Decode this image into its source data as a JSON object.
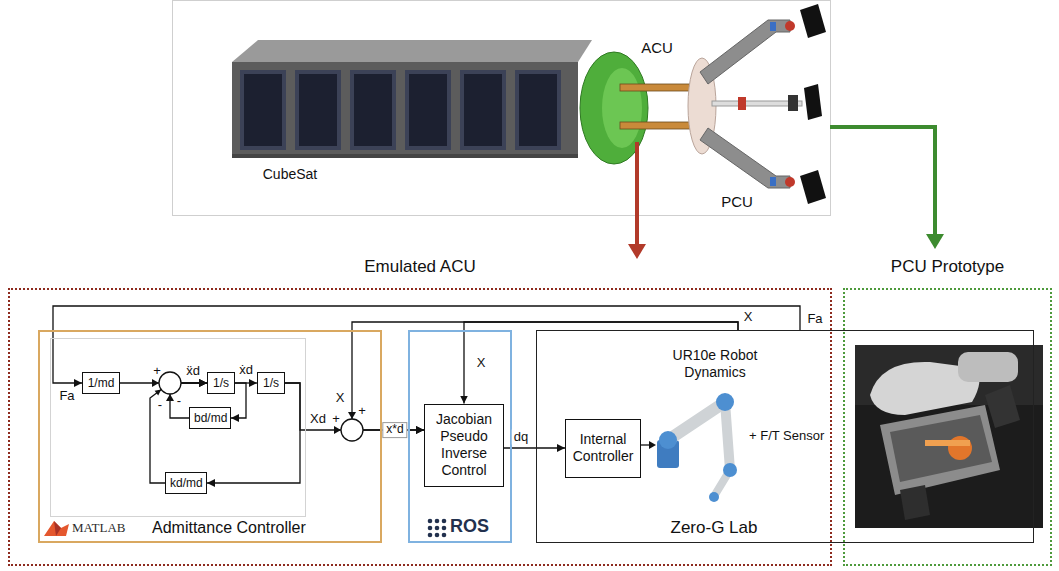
{
  "diagram": {
    "nodes": [
      {
        "text": [
          "Emulated ACU"
        ]
      },
      {
        "text": [
          "PCU Prototype"
        ]
      },
      {
        "text": [
          "MATLAB",
          "Admittance Controller"
        ],
        "in": 0
      },
      {
        "text": [
          "1/md"
        ],
        "in": 2
      },
      {
        "text": [
          "1/s"
        ],
        "in": 2
      },
      {
        "text": [
          "1/s"
        ],
        "in": 2
      },
      {
        "text": [
          "bd/md"
        ],
        "in": 2
      },
      {
        "text": [
          "kd/md"
        ],
        "in": 2
      },
      {
        "text": [
          "ROS"
        ],
        "in": 0
      },
      {
        "text": [
          "Jacobian Pseudo Inverse Control"
        ],
        "in": 8
      },
      {
        "text": [
          "UR10e Robot Dynamics",
          "+ F/T Sensor",
          "Zero-G Lab"
        ]
      },
      {
        "text": [
          "Internal Controller"
        ],
        "in": 10
      }
    ],
    "edges": [
      {
        "from": 3,
        "to": 4,
        "arrow": "to",
        "label": "ẍd"
      },
      {
        "from": 6,
        "to": 4,
        "arrow": "to"
      },
      {
        "from": 7,
        "to": 4,
        "arrow": "to"
      },
      {
        "from": 4,
        "to": 5,
        "arrow": "to",
        "label": "ẋd"
      },
      {
        "from": 4,
        "to": 6,
        "arrow": "to"
      },
      {
        "from": 5,
        "to": 7,
        "arrow": "to"
      },
      {
        "from": 5,
        "to": 9,
        "arrow": "to",
        "label": "x*d"
      },
      {
        "from": 9,
        "to": 11,
        "arrow": "to",
        "label": "dq"
      },
      {
        "from": 10,
        "to": 3,
        "arrow": "to",
        "label": "Fa"
      },
      {
        "from": 10,
        "to": 9,
        "arrow": "to",
        "label": "X"
      },
      {
        "from": 10,
        "to": 9,
        "arrow": "to",
        "label": "X"
      }
    ],
    "labels": [
      "CubeSat",
      "ACU",
      "PCU",
      "Fa",
      "+",
      "-",
      "-",
      "Xd",
      "+",
      "+",
      "X"
    ]
  }
}
